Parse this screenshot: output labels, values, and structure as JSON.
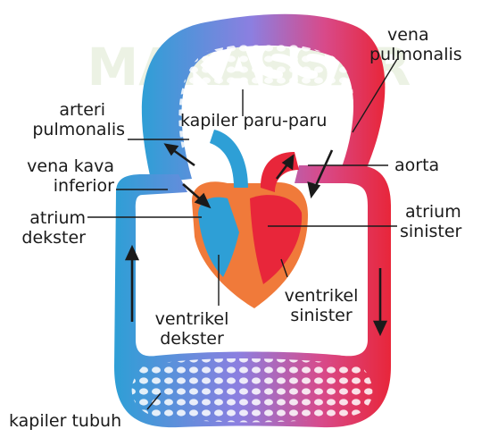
{
  "labels": {
    "vena_pulmonalis": [
      "vena",
      "pulmonalis"
    ],
    "arteri_pulmonalis": [
      "arteri",
      "pulmonalis"
    ],
    "kapiler_paru": "kapiler paru-paru",
    "aorta": "aorta",
    "vena_kava_inferior": [
      "vena kava",
      "inferior"
    ],
    "atrium_dekster": [
      "atrium",
      "dekster"
    ],
    "atrium_sinister": [
      "atrium",
      "sinister"
    ],
    "ventrikel_sinister": [
      "ventrikel",
      "sinister"
    ],
    "ventrikel_dekster": [
      "ventrikel",
      "dekster"
    ],
    "kapiler_tubuh": "kapiler tubuh"
  },
  "colors": {
    "oxygen_rich": "#e8263a",
    "oxygen_poor": "#2e9fd6",
    "heart": "#f07a3a",
    "watermark": "#6a9e2e"
  },
  "watermark_text": "MAKASSAR"
}
